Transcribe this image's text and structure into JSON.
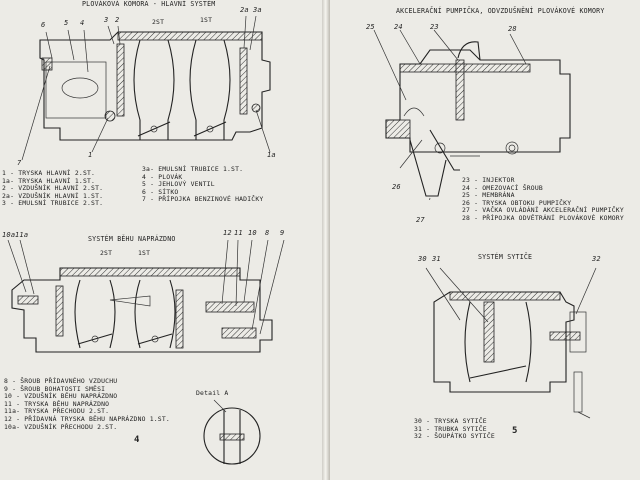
{
  "left_page": {
    "header": "PLOVÁKOVÁ KOMORA - HLAVNÍ SYSTÉM",
    "diagram1_labels": {
      "n6": "6",
      "n5": "5",
      "n4": "4",
      "n3": "3",
      "n2": "2",
      "st2": "2ST",
      "st1": "1ST",
      "n2a": "2a",
      "n3a": "3a",
      "n1": "1",
      "n1a": "1a",
      "n7": "7"
    },
    "legend1_left": [
      "1 - TRYSKA HLAVNÍ 2.ST.",
      "1a- TRYSKA HLAVNÍ 1.ST.",
      "2 - VZDUŠNÍK HLAVNÍ 2.ST.",
      "2a- VZDUŠNÍK HLAVNÍ 1.ST.",
      "3 - EMULSNÍ TRUBICE 2.ST."
    ],
    "legend1_right": [
      "3a- EMULSNÍ TRUBICE 1.ST.",
      "4 - PLOVÁK",
      "5 - JEHLOVÝ VENTIL",
      "6 - SÍTKO",
      "7 - PŘÍPOJKA BENZINOVÉ HADIČKY"
    ],
    "section2_title": "SYSTÉM BĚHU NAPRÁZDNO",
    "diagram2_labels": {
      "n10a": "10a",
      "n11a": "11a",
      "st2": "2ST",
      "st1": "1ST",
      "n12": "12",
      "n11": "11",
      "n10": "10",
      "n8": "8",
      "n9": "9",
      "detail": "Detail A"
    },
    "legend2": [
      "8 - ŠROUB PŘÍDAVNÉHO VZDUCHU",
      "9 - ŠROUB BOHATOSTI SMĚSI",
      "10 - VZDUŠNÍK BĚHU NAPRÁZDNO",
      "11 - TRYSKA BĚHU NAPRÁZDNO",
      "11a- TRYSKA PŘECHODU 2.ST.",
      "12 - PŘÍDAVNÁ TRYSKA BĚHU NAPRÁZDNO 1.ST.",
      "10a- VZDUŠNÍK PŘECHODU 2.ST."
    ],
    "page_number": "4"
  },
  "right_page": {
    "header": "AKCELERAČNÍ PUMPIČKA, ODVZDUŠNĚNÍ PLOVÁKOVÉ KOMORY",
    "diagram3_labels": {
      "n25": "25",
      "n24": "24",
      "n23": "23",
      "n28": "28",
      "n26": "26",
      "n27": "27"
    },
    "legend3": [
      "23 - INJEKTOR",
      "24 - OMEZOVACÍ ŠROUB",
      "25 - MEMBRÁNA",
      "26 - TRYSKA OBTOKU PUMPIČKY",
      "27 - VAČKA OVLÁDÁNÍ AKCELERAČNÍ PUMPIČKY",
      "28 - PŘÍPOJKA ODVĚTRÁNÍ PLOVÁKOVÉ KOMORY"
    ],
    "section4_title": "SYSTÉM SYTIČE",
    "diagram4_labels": {
      "n30": "30",
      "n31": "31",
      "n32": "32"
    },
    "legend4": [
      "30 - TRYSKA SYTIČE",
      "31 - TRUBKA SYTIČE",
      "32 - ŠOUPÁTKO SYTIČE"
    ],
    "page_number": "5"
  }
}
